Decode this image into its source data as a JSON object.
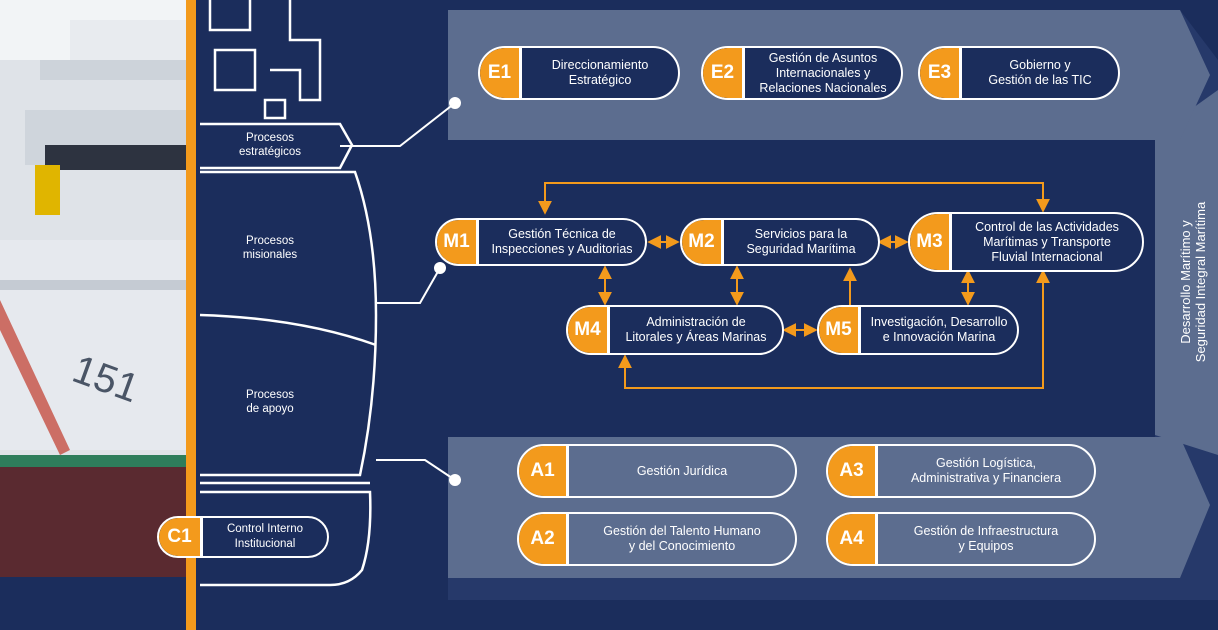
{
  "diagram": {
    "colors": {
      "background": "#1b2d5c",
      "panel": "#5c6d8f",
      "accent_orange": "#f39a1c",
      "outline_white": "#ffffff"
    },
    "side_labels": {
      "strategic": "Procesos\nestratégicos",
      "missional": "Procesos\nmisionales",
      "support": "Procesos\nde apoyo"
    },
    "vertical_label": "Desarrollo Marítimo y\nSeguridad Integral Marítima",
    "strategic": [
      {
        "code": "E1",
        "label": "Direccionamiento\nEstratégico"
      },
      {
        "code": "E2",
        "label": "Gestión de Asuntos\nInternacionales y\nRelaciones Nacionales"
      },
      {
        "code": "E3",
        "label": "Gobierno y\nGestión de las TIC"
      }
    ],
    "missional": [
      {
        "code": "M1",
        "label": "Gestión Técnica de\nInspecciones y Auditorias"
      },
      {
        "code": "M2",
        "label": "Servicios para la\nSeguridad Marítima"
      },
      {
        "code": "M3",
        "label": "Control de las Actividades\nMarítimas y Transporte\nFluvial Internacional"
      },
      {
        "code": "M4",
        "label": "Administración de\nLitorales y Áreas Marinas"
      },
      {
        "code": "M5",
        "label": "Investigación, Desarrollo\ne Innovación Marina"
      }
    ],
    "support": [
      {
        "code": "A1",
        "label": "Gestión Jurídica"
      },
      {
        "code": "A2",
        "label": "Gestión del Talento Humano\ny del Conocimiento"
      },
      {
        "code": "A3",
        "label": "Gestión Logística,\nAdministrativa y Financiera"
      },
      {
        "code": "A4",
        "label": "Gestión de Infraestructura\ny Equipos"
      }
    ],
    "control": {
      "code": "C1",
      "label": "Control Interno\nInstitucional"
    },
    "ship": {
      "hull_number": "151"
    }
  }
}
